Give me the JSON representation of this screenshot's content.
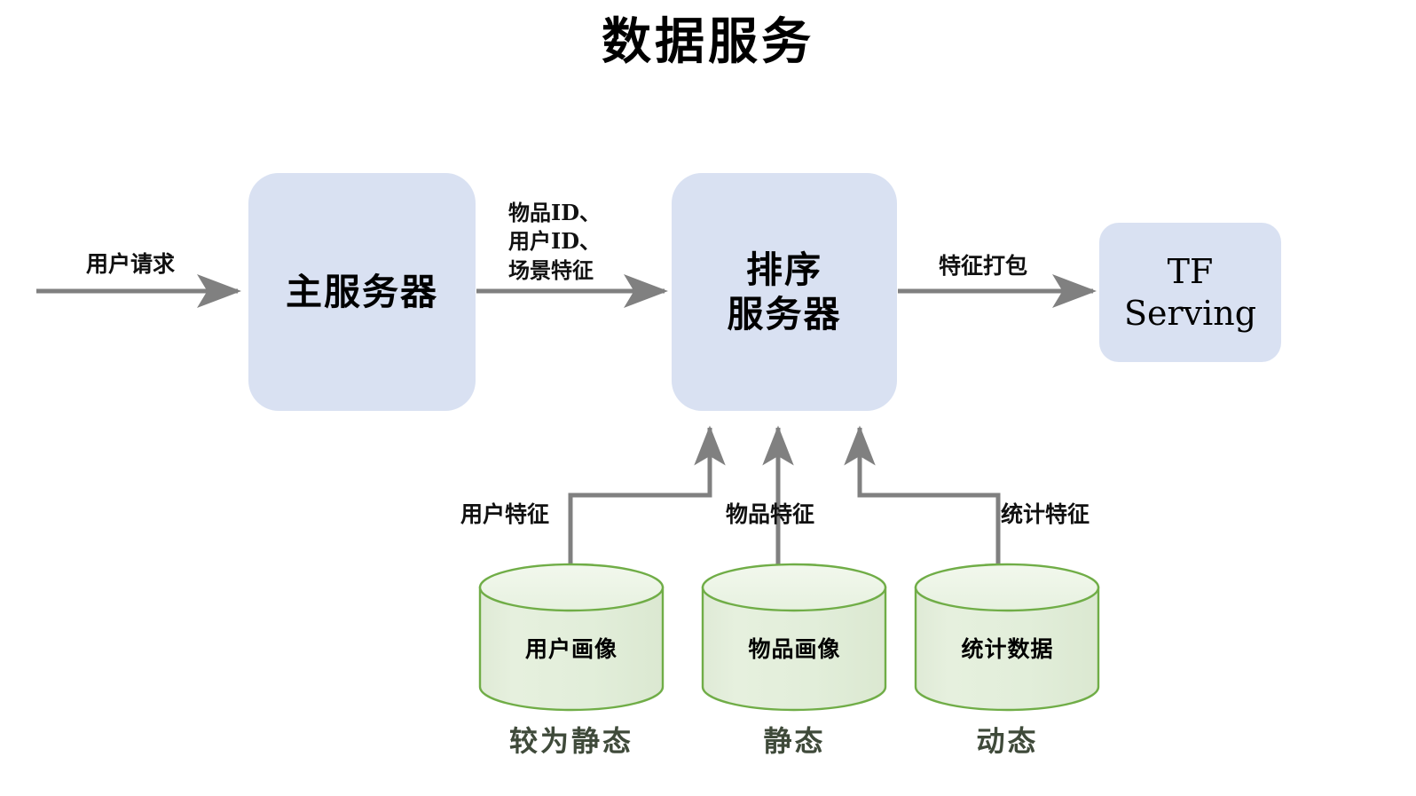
{
  "title": "数据服务",
  "nodes": {
    "main_server": "主服务器",
    "rank_server": "排序\n服务器",
    "tf_serving": "TF\nServing"
  },
  "edges": {
    "user_request": "用户请求",
    "ids_scene": "物品ID、\n用户ID、\n场景特征",
    "feature_pack": "特征打包",
    "user_feature": "用户特征",
    "item_feature": "物品特征",
    "stat_feature": "统计特征"
  },
  "stores": [
    {
      "name": "用户画像",
      "caption": "较为静态"
    },
    {
      "name": "物品画像",
      "caption": "静态"
    },
    {
      "name": "统计数据",
      "caption": "动态"
    }
  ],
  "colors": {
    "box_fill": "#d9e1f2",
    "cylinder_fill": "#e2eeda",
    "cylinder_top_fill": "#eef5e8",
    "cylinder_stroke": "#70ad47",
    "arrow": "#808080",
    "background": "#ffffff",
    "text": "#000000",
    "caption_text": "#3f4a3a"
  }
}
